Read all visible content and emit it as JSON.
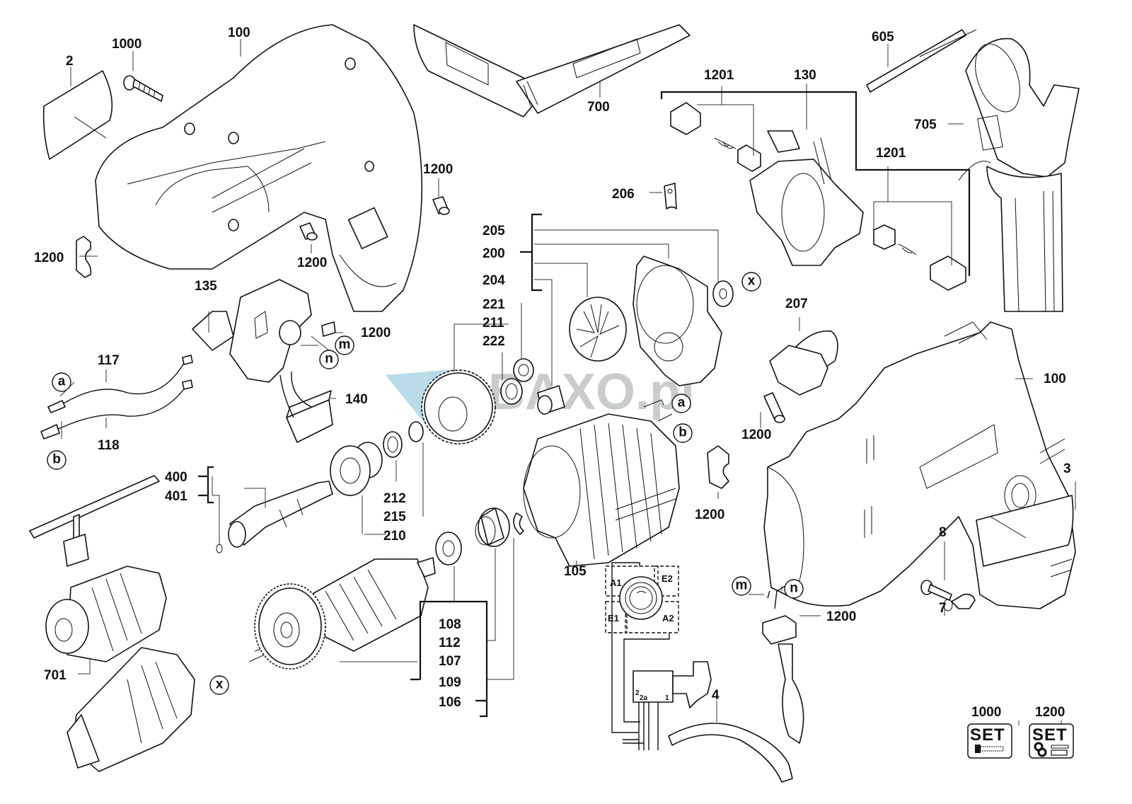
{
  "diagram": {
    "type": "exploded-parts-diagram",
    "subject": "Impact drill",
    "watermark": "BAXO.pl",
    "accent_color": "#7fbfd6",
    "part_labels": [
      {
        "id": "lbl-2",
        "text": "2",
        "part": "label-plate-left"
      },
      {
        "id": "lbl-1000-top",
        "text": "1000",
        "part": "housing-screw"
      },
      {
        "id": "lbl-100-top",
        "text": "100",
        "part": "housing-left-half"
      },
      {
        "id": "lbl-700",
        "text": "700",
        "part": "carry-case"
      },
      {
        "id": "lbl-605",
        "text": "605",
        "part": "depth-rod"
      },
      {
        "id": "lbl-705",
        "text": "705",
        "part": "side-handle"
      },
      {
        "id": "lbl-1201-a",
        "text": "1201",
        "part": "carbon-brush-set-left"
      },
      {
        "id": "lbl-130",
        "text": "130",
        "part": "brush-holder"
      },
      {
        "id": "lbl-1201-b",
        "text": "1201",
        "part": "carbon-brush-set-right"
      },
      {
        "id": "lbl-1200-a",
        "text": "1200",
        "part": "housing-pin-upper"
      },
      {
        "id": "lbl-1200-b",
        "text": "1200",
        "part": "housing-clip-left"
      },
      {
        "id": "lbl-1200-c",
        "text": "1200",
        "part": "housing-pin-lower"
      },
      {
        "id": "lbl-206",
        "text": "206",
        "part": "spring-clip"
      },
      {
        "id": "lbl-205",
        "text": "205",
        "part": "gear-housing-group"
      },
      {
        "id": "lbl-200",
        "text": "200",
        "part": "gear-housing"
      },
      {
        "id": "lbl-204",
        "text": "204",
        "part": "bevel-gear"
      },
      {
        "id": "lbl-135",
        "text": "135",
        "part": "switch"
      },
      {
        "id": "lbl-1200-d",
        "text": "1200",
        "part": "switch-screw"
      },
      {
        "id": "lbl-221",
        "text": "221",
        "part": "washer"
      },
      {
        "id": "lbl-211",
        "text": "211",
        "part": "large-gear"
      },
      {
        "id": "lbl-222",
        "text": "222",
        "part": "circlip"
      },
      {
        "id": "lbl-207",
        "text": "207",
        "part": "mode-selector"
      },
      {
        "id": "lbl-100-right",
        "text": "100",
        "part": "housing-right-half"
      },
      {
        "id": "lbl-117",
        "text": "117",
        "part": "lead-wire-a"
      },
      {
        "id": "lbl-118",
        "text": "118",
        "part": "lead-wire-b"
      },
      {
        "id": "lbl-140",
        "text": "140",
        "part": "capacitor"
      },
      {
        "id": "lbl-1200-e",
        "text": "1200",
        "part": "housing-pin-right"
      },
      {
        "id": "lbl-400",
        "text": "400",
        "part": "spindle"
      },
      {
        "id": "lbl-401",
        "text": "401",
        "part": "o-ring"
      },
      {
        "id": "lbl-212",
        "text": "212",
        "part": "washer-212"
      },
      {
        "id": "lbl-215",
        "text": "215",
        "part": "retaining-ring"
      },
      {
        "id": "lbl-210",
        "text": "210",
        "part": "bearing-210"
      },
      {
        "id": "lbl-3",
        "text": "3",
        "part": "label-plate-right"
      },
      {
        "id": "lbl-1200-f",
        "text": "1200",
        "part": "housing-clip-right"
      },
      {
        "id": "lbl-105",
        "text": "105",
        "part": "stator"
      },
      {
        "id": "lbl-8",
        "text": "8",
        "part": "cable-clamp-screw"
      },
      {
        "id": "lbl-7",
        "text": "7",
        "part": "cable-clamp"
      },
      {
        "id": "lbl-108",
        "text": "108",
        "part": "ball-bearing"
      },
      {
        "id": "lbl-112",
        "text": "112",
        "part": "bearing-sleeve"
      },
      {
        "id": "lbl-107",
        "text": "107",
        "part": "fan"
      },
      {
        "id": "lbl-109",
        "text": "109",
        "part": "clip-ring"
      },
      {
        "id": "lbl-106",
        "text": "106",
        "part": "armature"
      },
      {
        "id": "lbl-701",
        "text": "701",
        "part": "drill-chuck"
      },
      {
        "id": "lbl-1200-g",
        "text": "1200",
        "part": "cable-guard"
      },
      {
        "id": "lbl-4",
        "text": "4",
        "part": "power-cord"
      }
    ],
    "connection_markers": [
      {
        "id": "mk-a-left",
        "text": "a"
      },
      {
        "id": "mk-b-left",
        "text": "b"
      },
      {
        "id": "mk-m-switch",
        "text": "m"
      },
      {
        "id": "mk-n-switch",
        "text": "n"
      },
      {
        "id": "mk-a-stator",
        "text": "a"
      },
      {
        "id": "mk-b-stator",
        "text": "b"
      },
      {
        "id": "mk-x-gear",
        "text": "x"
      },
      {
        "id": "mk-x-armature",
        "text": "x"
      },
      {
        "id": "mk-m-cord",
        "text": "m"
      },
      {
        "id": "mk-n-cord",
        "text": "n"
      }
    ],
    "wiring_diagram": {
      "terminals": [
        "A1",
        "E2",
        "E1",
        "A2"
      ],
      "switch_pins": [
        "2",
        "2",
        "2a",
        "1",
        "1",
        "1"
      ]
    },
    "service_sets": [
      {
        "id": "set-1000",
        "number": "1000",
        "badge": "SET",
        "contents": "screws"
      },
      {
        "id": "set-1200",
        "number": "1200",
        "badge": "SET",
        "contents": "small parts, clips, pins"
      }
    ]
  }
}
